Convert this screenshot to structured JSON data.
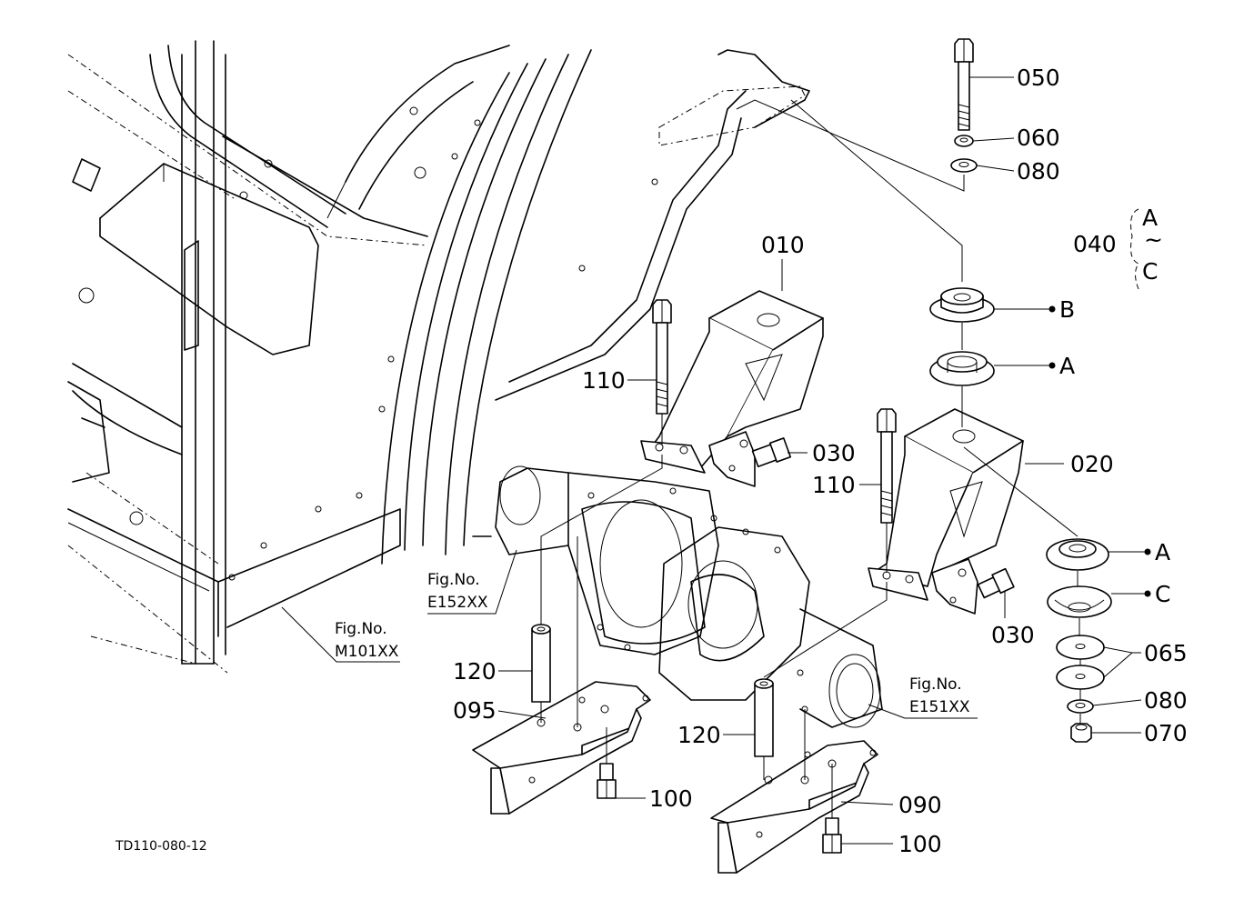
{
  "parts": [
    {
      "id": "p050",
      "num": "050"
    },
    {
      "id": "p060",
      "num": "060"
    },
    {
      "id": "p080a",
      "num": "080"
    },
    {
      "id": "p040",
      "num": "040"
    },
    {
      "id": "p010",
      "num": "010"
    },
    {
      "id": "p110a",
      "num": "110"
    },
    {
      "id": "p030a",
      "num": "030"
    },
    {
      "id": "p020",
      "num": "020"
    },
    {
      "id": "p110b",
      "num": "110"
    },
    {
      "id": "p030b",
      "num": "030"
    },
    {
      "id": "p065",
      "num": "065"
    },
    {
      "id": "p080b",
      "num": "080"
    },
    {
      "id": "p070",
      "num": "070"
    },
    {
      "id": "p120a",
      "num": "120"
    },
    {
      "id": "p095",
      "num": "095"
    },
    {
      "id": "p100a",
      "num": "100"
    },
    {
      "id": "p120b",
      "num": "120"
    },
    {
      "id": "p090",
      "num": "090"
    },
    {
      "id": "p100b",
      "num": "100"
    }
  ],
  "letters": {
    "b": "B",
    "a1": "A",
    "a2": "A",
    "c": "C",
    "range_top": "A",
    "range_mid": "~",
    "range_bottom": "C"
  },
  "figrefs": [
    {
      "id": "m101",
      "line1": "Fig.No.",
      "line2": "M101XX"
    },
    {
      "id": "e152",
      "line1": "Fig.No.",
      "line2": "E152XX"
    },
    {
      "id": "e151",
      "line1": "Fig.No.",
      "line2": "E151XX"
    }
  ],
  "drawing_code": "TD110-080-12"
}
